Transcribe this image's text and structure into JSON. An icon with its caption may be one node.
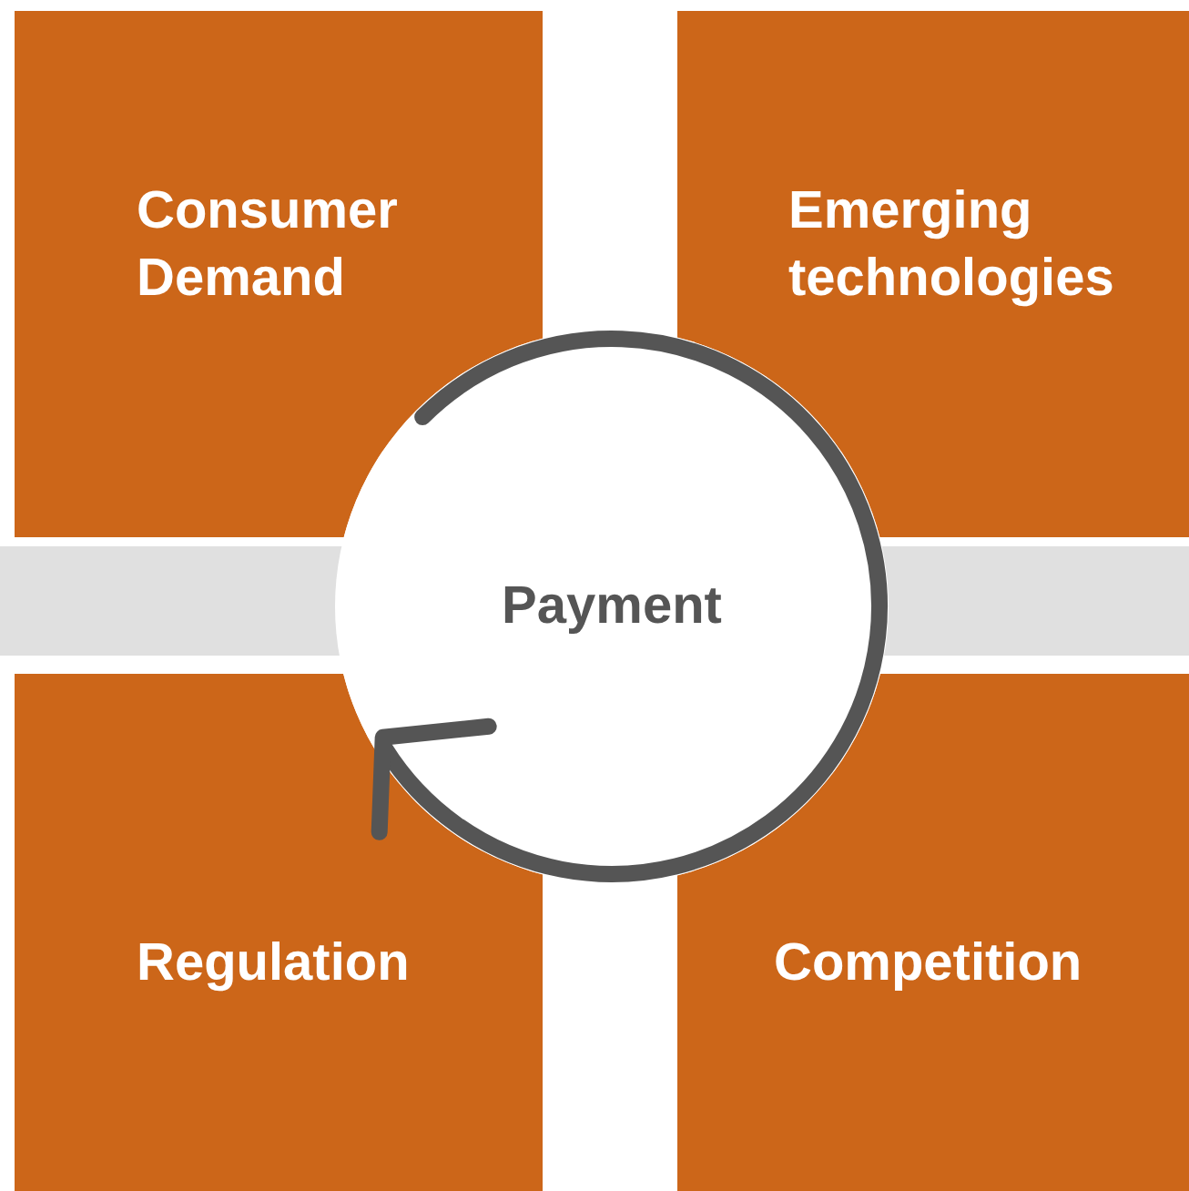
{
  "diagram": {
    "nodes": [
      {
        "text": [
          "Consumer Demand"
        ]
      },
      {
        "text": [
          "Emerging technologies"
        ]
      },
      {
        "text": [
          "Payment"
        ]
      },
      {
        "text": [
          "Regulation"
        ]
      },
      {
        "text": [
          "Competition"
        ]
      }
    ]
  }
}
